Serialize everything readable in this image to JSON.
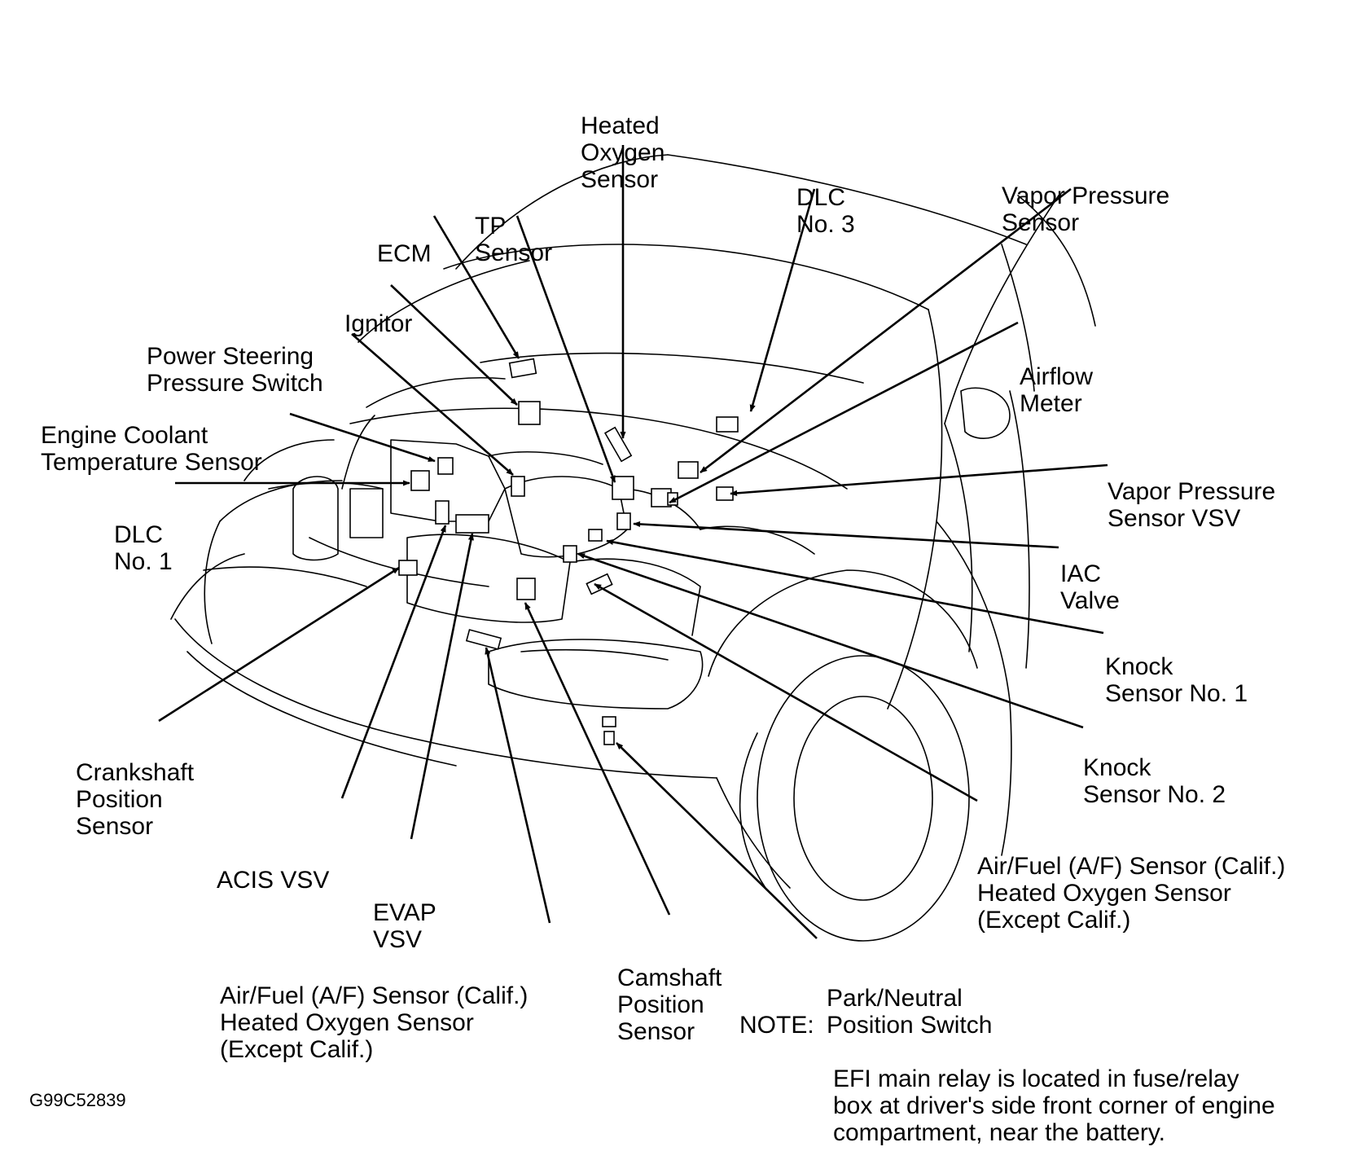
{
  "labels": {
    "heated_oxygen_sensor": [
      "Heated",
      "Oxygen",
      "Sensor"
    ],
    "dlc_no3": [
      "DLC",
      "No. 3"
    ],
    "vapor_pressure_sensor": [
      "Vapor Pressure",
      "Sensor"
    ],
    "tp_sensor": [
      "TP",
      "Sensor"
    ],
    "ecm": [
      "ECM"
    ],
    "ignitor": [
      "Ignitor"
    ],
    "power_steering_pressure_switch": [
      "Power Steering",
      "Pressure Switch"
    ],
    "engine_coolant_temperature_sensor": [
      "Engine Coolant",
      "Temperature Sensor"
    ],
    "dlc_no1": [
      "DLC",
      "No. 1"
    ],
    "airflow_meter": [
      "Airflow",
      "Meter"
    ],
    "vapor_pressure_sensor_vsv": [
      "Vapor Pressure",
      "Sensor VSV"
    ],
    "iac_valve": [
      "IAC",
      "Valve"
    ],
    "knock_sensor_no1": [
      "Knock",
      "Sensor No. 1"
    ],
    "knock_sensor_no2": [
      "Knock",
      "Sensor No. 2"
    ],
    "af_sensor_right": [
      "Air/Fuel (A/F) Sensor (Calif.)",
      "Heated Oxygen Sensor",
      "(Except Calif.)"
    ],
    "crankshaft_position_sensor": [
      "Crankshaft",
      "Position",
      "Sensor"
    ],
    "acis_vsv": [
      "ACIS VSV"
    ],
    "evap_vsv": [
      "EVAP",
      "VSV"
    ],
    "af_sensor_bottom": [
      "Air/Fuel (A/F) Sensor (Calif.)",
      "Heated Oxygen Sensor",
      "(Except Calif.)"
    ],
    "camshaft_position_sensor": [
      "Camshaft",
      "Position",
      "Sensor"
    ],
    "park_neutral_position_switch": [
      "Park/Neutral",
      "Position Switch"
    ]
  },
  "note": {
    "head": "NOTE:",
    "body": [
      "EFI main relay is located in fuse/relay",
      "box at driver's side front corner of engine",
      "compartment, near the battery."
    ]
  },
  "figure_code": "G99C52839"
}
